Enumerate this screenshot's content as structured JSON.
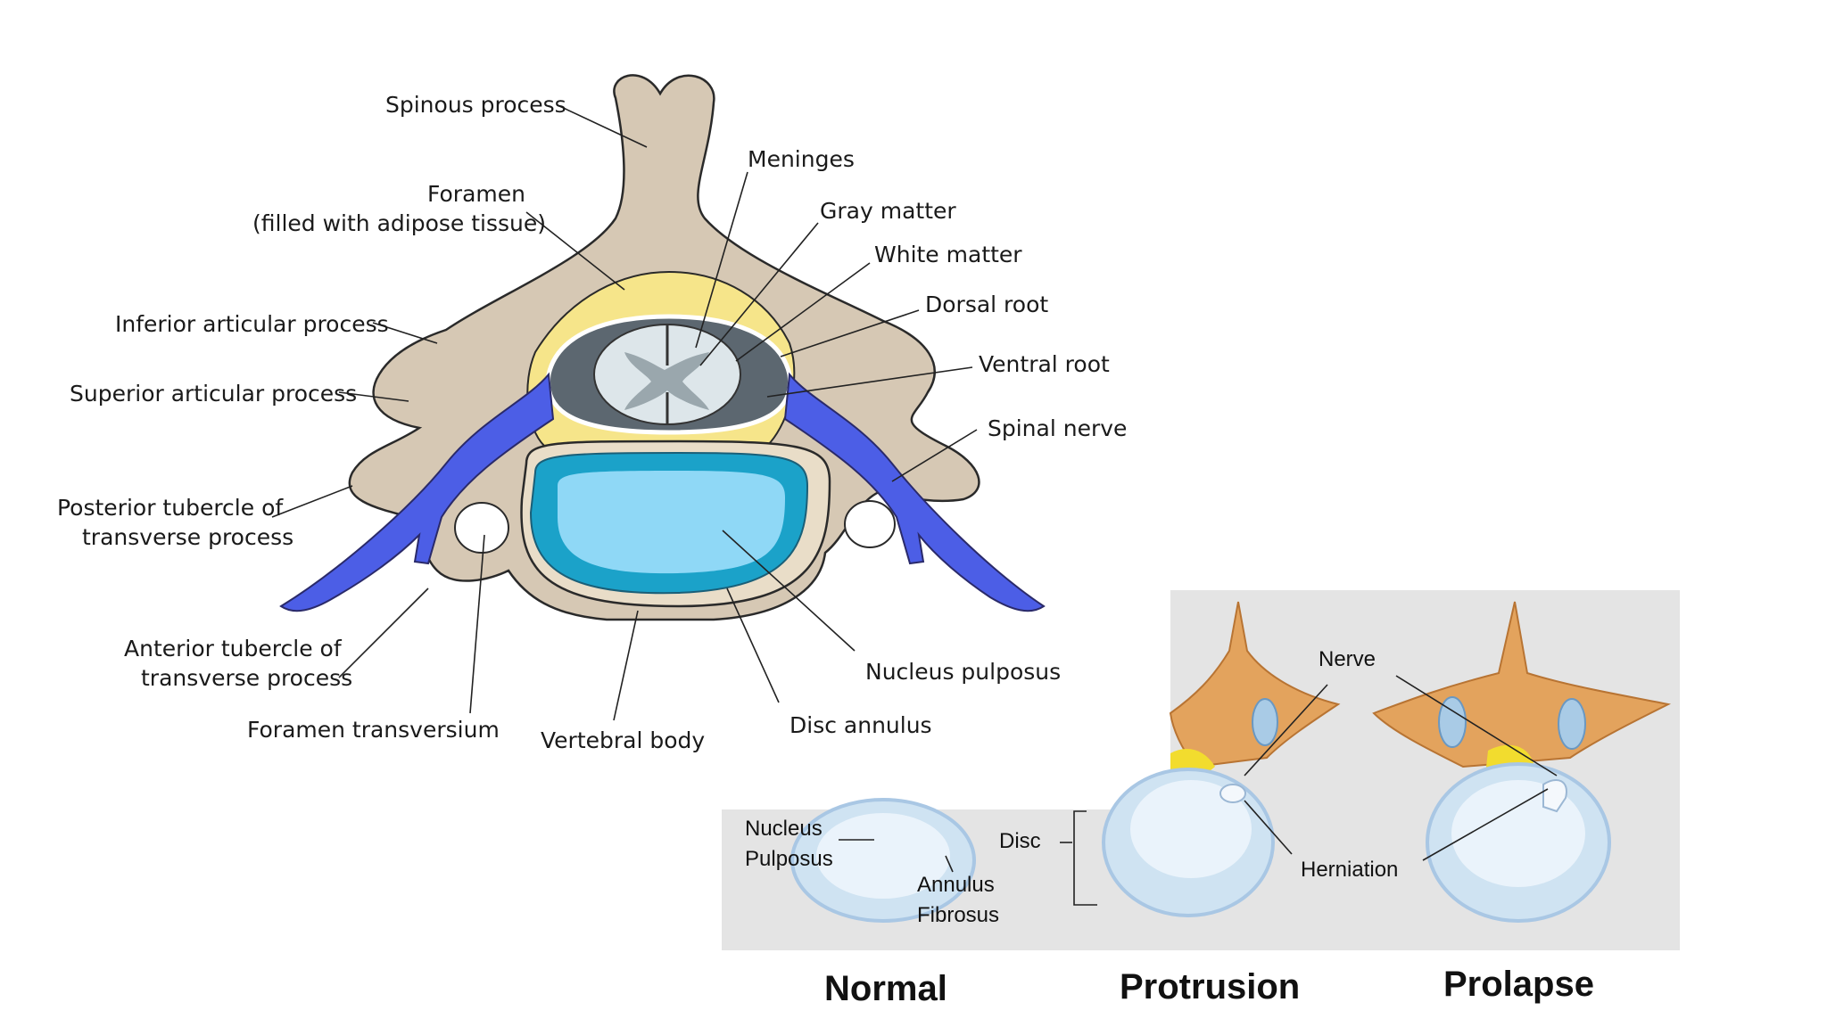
{
  "vertebra_labels": {
    "spinous_process": "Spinous process",
    "foramen_line1": "Foramen",
    "foramen_line2": "(filled with adipose tissue)",
    "inferior_articular": "Inferior articular process",
    "superior_articular": "Superior articular process",
    "posterior_tubercle_line1": "Posterior tubercle of",
    "posterior_tubercle_line2": "transverse process",
    "anterior_tubercle_line1": "Anterior tubercle of",
    "anterior_tubercle_line2": "transverse process",
    "foramen_transversium": "Foramen transversium",
    "vertebral_body": "Vertebral body",
    "meninges": "Meninges",
    "gray_matter": "Gray matter",
    "white_matter": "White matter",
    "dorsal_root": "Dorsal root",
    "ventral_root": "Ventral root",
    "spinal_nerve": "Spinal nerve",
    "nucleus_pulposus": "Nucleus pulposus",
    "disc_annulus": "Disc annulus"
  },
  "disc_panel": {
    "nerve": "Nerve",
    "nucleus_line1": "Nucleus",
    "nucleus_line2": "Pulposus",
    "disc": "Disc",
    "annulus_line1": "Annulus",
    "annulus_line2": "Fibrosus",
    "herniation": "Herniation",
    "captions": [
      "Normal",
      "Protrusion",
      "Prolapse"
    ]
  },
  "colors": {
    "bone": "#d6c8b4",
    "nerve": "#4c5ee6",
    "adipose": "#f6e58a",
    "nucleus": "#8fd8f6",
    "annulus": "#1ba2c9",
    "panel_bg": "#e4e4e4"
  }
}
